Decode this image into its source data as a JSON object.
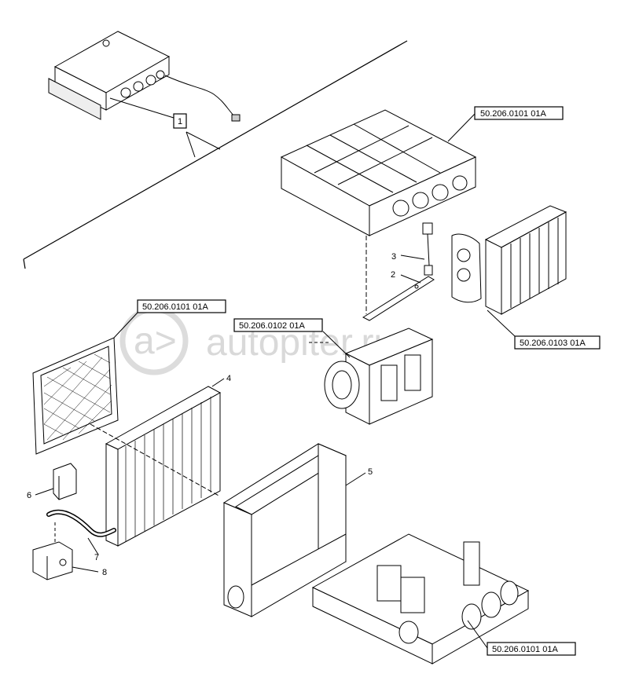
{
  "watermark": {
    "text": "autopiter.ru",
    "logo_mark": "a>"
  },
  "callouts": [
    {
      "id": "group-1",
      "label": "1"
    },
    {
      "id": "part-2",
      "label": "2"
    },
    {
      "id": "part-3",
      "label": "3"
    },
    {
      "id": "part-4",
      "label": "4"
    },
    {
      "id": "part-5",
      "label": "5"
    },
    {
      "id": "part-6",
      "label": "6"
    },
    {
      "id": "part-7",
      "label": "7"
    },
    {
      "id": "part-8",
      "label": "8"
    }
  ],
  "references": [
    {
      "id": "ref-top-housing",
      "label": "50.206.0101 01A"
    },
    {
      "id": "ref-filter",
      "label": "50.206.0101 01A"
    },
    {
      "id": "ref-blower",
      "label": "50.206.0102 01A"
    },
    {
      "id": "ref-heater-core",
      "label": "50.206.0103 01A"
    },
    {
      "id": "ref-bottom-housing",
      "label": "50.206.0101 01A"
    }
  ]
}
